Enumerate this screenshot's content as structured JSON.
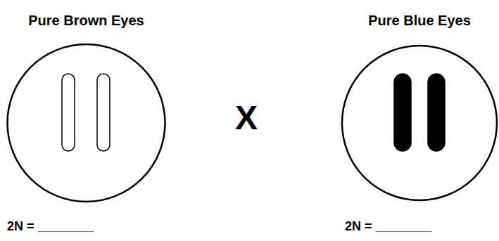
{
  "diagram": {
    "nodes": [
      {
        "text": [
          "Pure Brown Eyes",
          "2N = ________"
        ]
      },
      {
        "text": [
          "Pure Blue Eyes",
          "2N = ________"
        ]
      }
    ],
    "labels": [
      "X"
    ]
  }
}
